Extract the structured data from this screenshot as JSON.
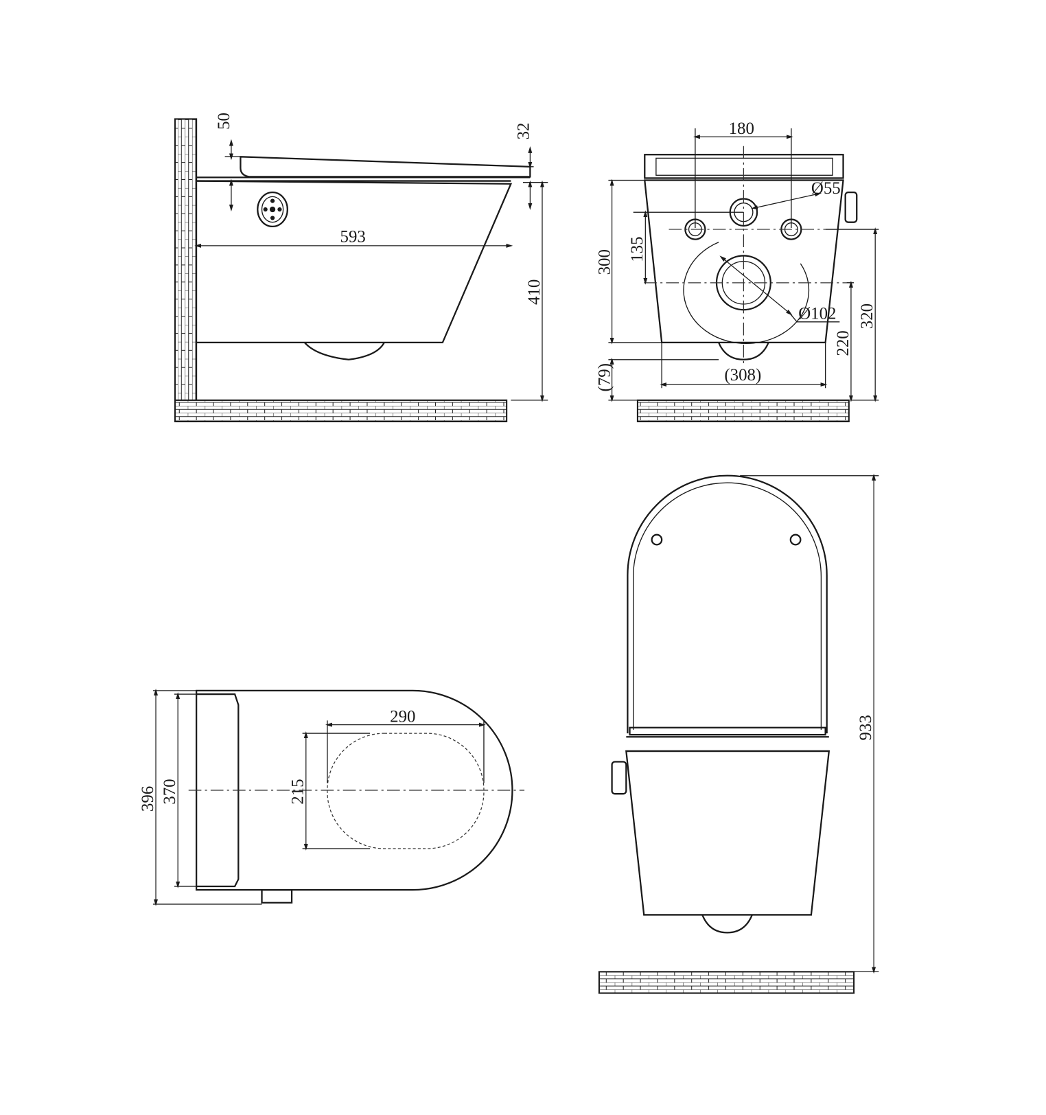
{
  "side_view": {
    "seat_height_top": "50",
    "lid_thickness": "32",
    "projection": "593",
    "height": "410"
  },
  "back_view": {
    "bolt_spacing": "180",
    "inlet_diameter": "Ø55",
    "inlet_to_outlet": "135",
    "body_height": "300",
    "outlet_diameter": "Ø102",
    "outlet_height": "320",
    "bottom_height": "220",
    "floor_gap": "(79)",
    "base_width": "(308)"
  },
  "top_view": {
    "opening_length": "290",
    "opening_width": "215",
    "overall_width": "396",
    "body_width": "370"
  },
  "front_view": {
    "overall_height": "933"
  }
}
